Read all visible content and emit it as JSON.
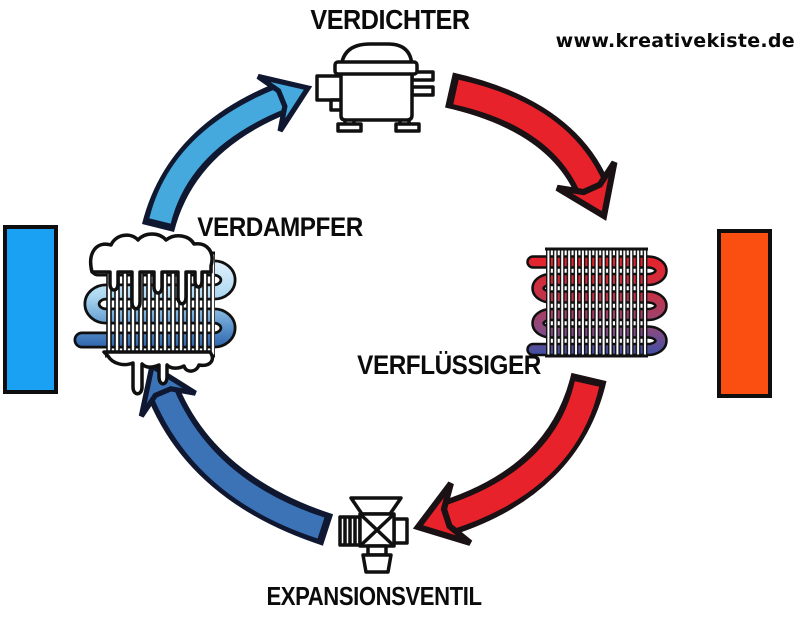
{
  "watermark": {
    "text": "www.kreativekiste.de"
  },
  "labels": {
    "compressor": "VERDICHTER",
    "evaporator": "VERDAMPFER",
    "condenser": "VERFLÜSSIGER",
    "expansion_valve": "EXPANSIONSVENTIL"
  },
  "colors": {
    "hot_arrow": "#e8222a",
    "cold_arrow_light": "#45a9dd",
    "cold_arrow_dark": "#3c73b7",
    "cold_zone": "#1ba1f3",
    "hot_zone": "#fb4e11",
    "ice": "#dceefa",
    "condenser_tube_top": "#e8222a",
    "condenser_tube_mid1": "#c33348",
    "condenser_tube_mid2": "#8d4a7e",
    "condenser_tube_bottom": "#3b51a8",
    "evaporator_tube_top": "#e4f2fc",
    "evaporator_tube_mid1": "#aed9f2",
    "evaporator_tube_mid2": "#5d96cd",
    "evaporator_tube_bottom": "#2d62ac"
  }
}
